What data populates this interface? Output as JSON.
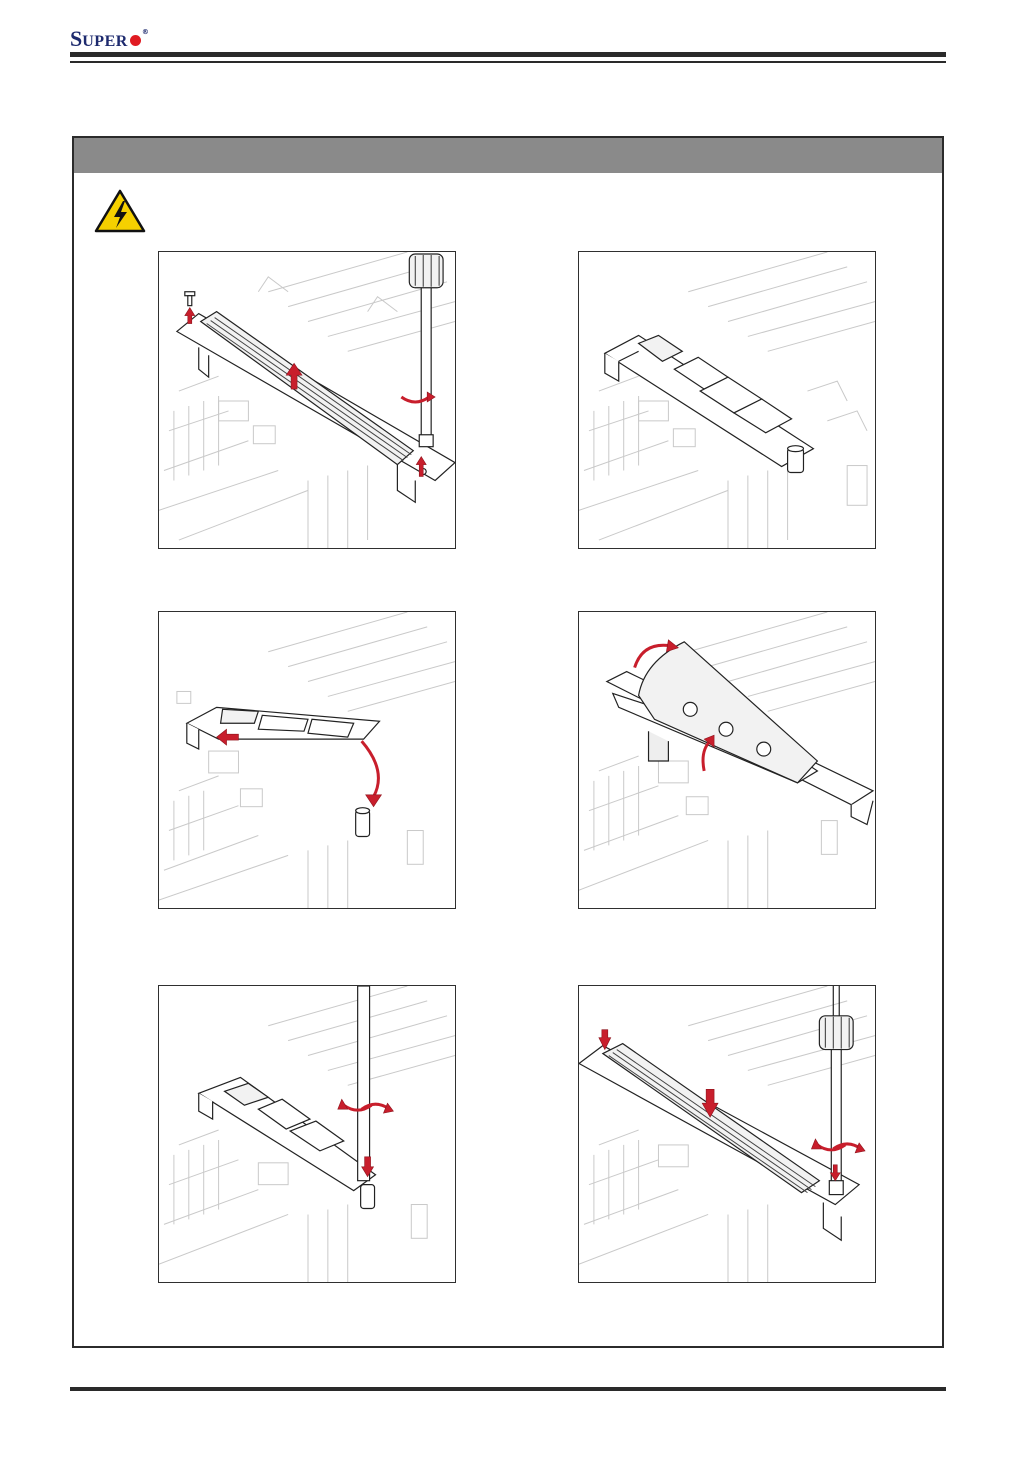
{
  "header": {
    "brand_initial": "S",
    "brand_rest": "UPER",
    "brand_mark": "®"
  },
  "section": {
    "title": ""
  },
  "warning": {
    "icon": "electric-shock-warning-icon",
    "text": ""
  },
  "steps": [
    {
      "icon": "remove-heatsink-screw-illustration",
      "caption": ""
    },
    {
      "icon": "m2-ssd-exposed-illustration",
      "caption": ""
    },
    {
      "icon": "insert-m2-ssd-illustration",
      "caption": ""
    },
    {
      "icon": "peel-thermal-pad-film-illustration",
      "caption": ""
    },
    {
      "icon": "secure-ssd-screw-illustration",
      "caption": ""
    },
    {
      "icon": "reinstall-heatsink-illustration",
      "caption": ""
    }
  ],
  "colors": {
    "brand_blue": "#1d2a6e",
    "brand_red": "#e01b22",
    "header_gray": "#8a8a8a",
    "arrow_red": "#c81e2c",
    "warning_yellow": "#f5d000"
  }
}
